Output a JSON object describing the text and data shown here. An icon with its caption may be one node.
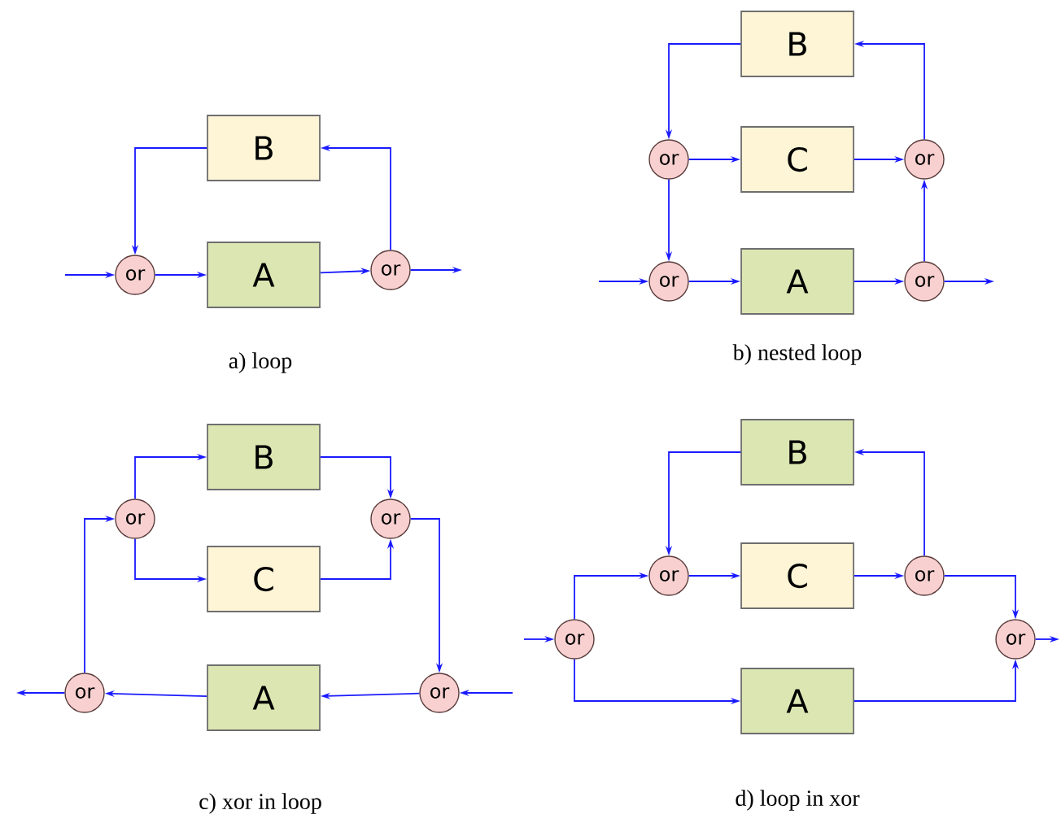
{
  "diagram": {
    "nodes": [
      {
        "text": [
          "B"
        ]
      },
      {
        "text": [
          "or"
        ]
      },
      {
        "text": [
          "A"
        ]
      },
      {
        "text": [
          "or"
        ]
      },
      {
        "text": [
          "B"
        ]
      },
      {
        "text": [
          "or"
        ]
      },
      {
        "text": [
          "C"
        ]
      },
      {
        "text": [
          "or"
        ]
      },
      {
        "text": [
          "or"
        ]
      },
      {
        "text": [
          "A"
        ]
      },
      {
        "text": [
          "or"
        ]
      },
      {
        "text": [
          "B"
        ]
      },
      {
        "text": [
          "or"
        ]
      },
      {
        "text": [
          "or"
        ]
      },
      {
        "text": [
          "C"
        ]
      },
      {
        "text": [
          "or"
        ]
      },
      {
        "text": [
          "A"
        ]
      },
      {
        "text": [
          "or"
        ]
      },
      {
        "text": [
          "B"
        ]
      },
      {
        "text": [
          "or"
        ]
      },
      {
        "text": [
          "C"
        ]
      },
      {
        "text": [
          "or"
        ]
      },
      {
        "text": [
          "or"
        ]
      },
      {
        "text": [
          "or"
        ]
      },
      {
        "text": [
          "A"
        ]
      }
    ],
    "edges": [
      {
        "from": null,
        "to": 1,
        "arrow": "to"
      },
      {
        "from": 1,
        "to": 2,
        "arrow": "to"
      },
      {
        "from": 2,
        "to": 3,
        "arrow": "to"
      },
      {
        "from": 3,
        "to": null,
        "arrow": "to"
      },
      {
        "from": 3,
        "to": 0,
        "arrow": "to"
      },
      {
        "from": 0,
        "to": 1,
        "arrow": "to"
      },
      {
        "from": null,
        "to": 8,
        "arrow": "to"
      },
      {
        "from": 8,
        "to": 9,
        "arrow": "to"
      },
      {
        "from": 9,
        "to": 10,
        "arrow": "to"
      },
      {
        "from": 10,
        "to": null,
        "arrow": "to"
      },
      {
        "from": 10,
        "to": 7,
        "arrow": "to"
      },
      {
        "from": 7,
        "to": 4,
        "arrow": "to"
      },
      {
        "from": 4,
        "to": 5,
        "arrow": "to"
      },
      {
        "from": 5,
        "to": 6,
        "arrow": "to"
      },
      {
        "from": 6,
        "to": 7,
        "arrow": "to"
      },
      {
        "from": 5,
        "to": 8,
        "arrow": "to"
      },
      {
        "from": null,
        "to": 17,
        "arrow": "to"
      },
      {
        "from": 17,
        "to": 16,
        "arrow": "to"
      },
      {
        "from": 16,
        "to": 15,
        "arrow": "to"
      },
      {
        "from": 15,
        "to": null,
        "arrow": "to"
      },
      {
        "from": 15,
        "to": 12,
        "arrow": "to"
      },
      {
        "from": 12,
        "to": 11,
        "arrow": "to"
      },
      {
        "from": 12,
        "to": 14,
        "arrow": "to"
      },
      {
        "from": 11,
        "to": 13,
        "arrow": "to"
      },
      {
        "from": 14,
        "to": 13,
        "arrow": "to"
      },
      {
        "from": 13,
        "to": 17,
        "arrow": "to"
      },
      {
        "from": null,
        "to": 22,
        "arrow": "to"
      },
      {
        "from": 22,
        "to": 19,
        "arrow": "to"
      },
      {
        "from": 22,
        "to": 24,
        "arrow": "to"
      },
      {
        "from": 19,
        "to": 20,
        "arrow": "to"
      },
      {
        "from": 20,
        "to": 21,
        "arrow": "to"
      },
      {
        "from": 21,
        "to": 18,
        "arrow": "to"
      },
      {
        "from": 18,
        "to": 19,
        "arrow": "to"
      },
      {
        "from": 21,
        "to": 23,
        "arrow": "to"
      },
      {
        "from": 24,
        "to": 23,
        "arrow": "to"
      },
      {
        "from": 23,
        "to": null,
        "arrow": "to"
      }
    ],
    "labels": [
      "a) loop",
      "b) nested loop",
      "c) xor in loop",
      "d) loop in xor"
    ]
  }
}
